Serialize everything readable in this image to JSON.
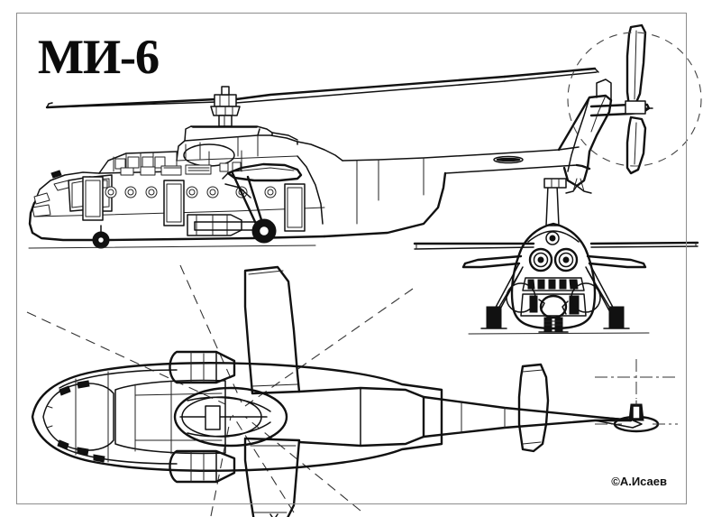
{
  "sheet": {
    "title": "МИ-6",
    "credit": "©А.Исаев",
    "background_color": "#ffffff",
    "ink_color": "#111111",
    "border_color": "#8d8d8d",
    "subject": "Mil Mi-6 heavy transport helicopter",
    "drawing_type": "three-view line drawing"
  },
  "views": {
    "side": {
      "label": "side-view",
      "features": [
        "main-rotor-blades",
        "main-rotor-hub",
        "engine-cowling",
        "cockpit-glazing",
        "nose-glazing",
        "cabin-windows",
        "fuselage",
        "stub-wing",
        "external-fuel-tank",
        "nose-landing-gear",
        "main-landing-gear",
        "tail-boom",
        "vertical-fin",
        "horizontal-stabilizer",
        "tail-rotor",
        "tail-rotor-disc",
        "ground-line"
      ],
      "cabin_window_count": 9
    },
    "front": {
      "label": "front-view",
      "features": [
        "rotor-blade-span",
        "rotor-mast",
        "engine-intakes",
        "cockpit-windows",
        "nose-glazing",
        "stub-wing",
        "main-landing-gear",
        "nose-landing-gear",
        "ground-line"
      ],
      "engine_intake_count": 2
    },
    "plan": {
      "label": "plan-view",
      "features": [
        "fuselage-outline",
        "cockpit-canopy",
        "engine-nacelles",
        "stub-wings",
        "rotor-blade-shadow",
        "tail-boom",
        "horizontal-stabilizer",
        "tail-rotor-hub",
        "centerline"
      ],
      "stub_wing_count": 2,
      "rotor_shadow_line_count": 4
    }
  }
}
